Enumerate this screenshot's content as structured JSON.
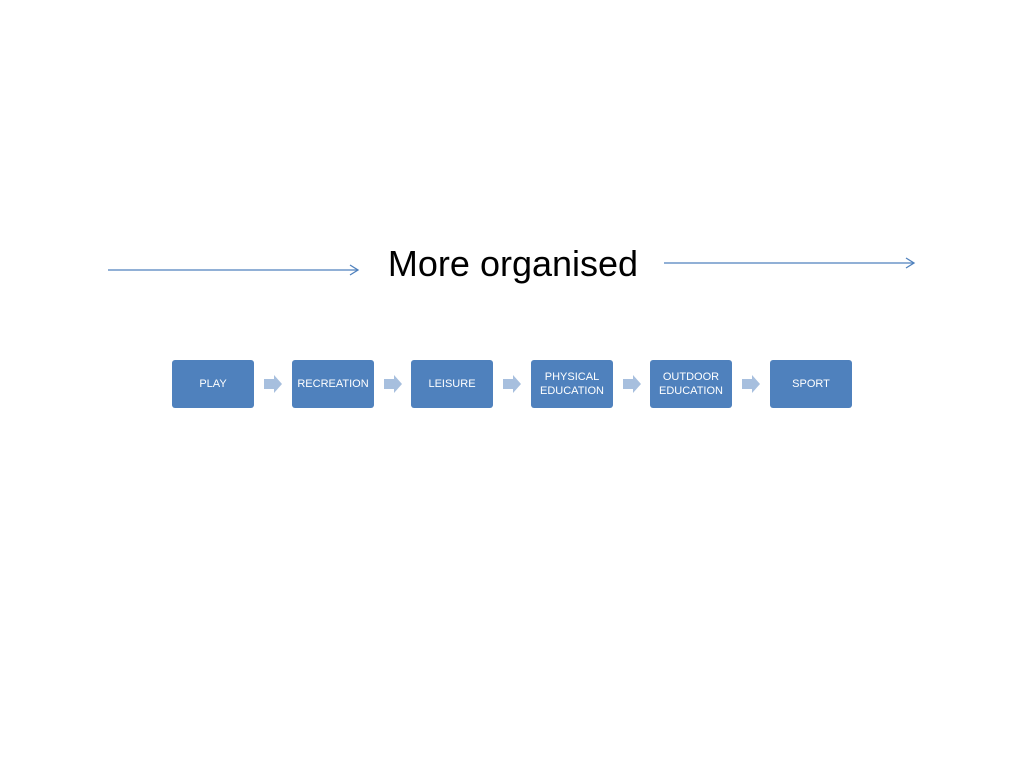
{
  "title": "More organised",
  "colors": {
    "box_fill": "#4f81bd",
    "connector_fill": "#a7bfde",
    "line_stroke": "#4f81bd",
    "label_text": "#ffffff"
  },
  "steps": [
    {
      "label": "PLAY"
    },
    {
      "label": "RECREATION"
    },
    {
      "label": "LEISURE"
    },
    {
      "label": "PHYSICAL\nEDUCATION"
    },
    {
      "label": "OUTDOOR\nEDUCATION"
    },
    {
      "label": "SPORT"
    }
  ]
}
